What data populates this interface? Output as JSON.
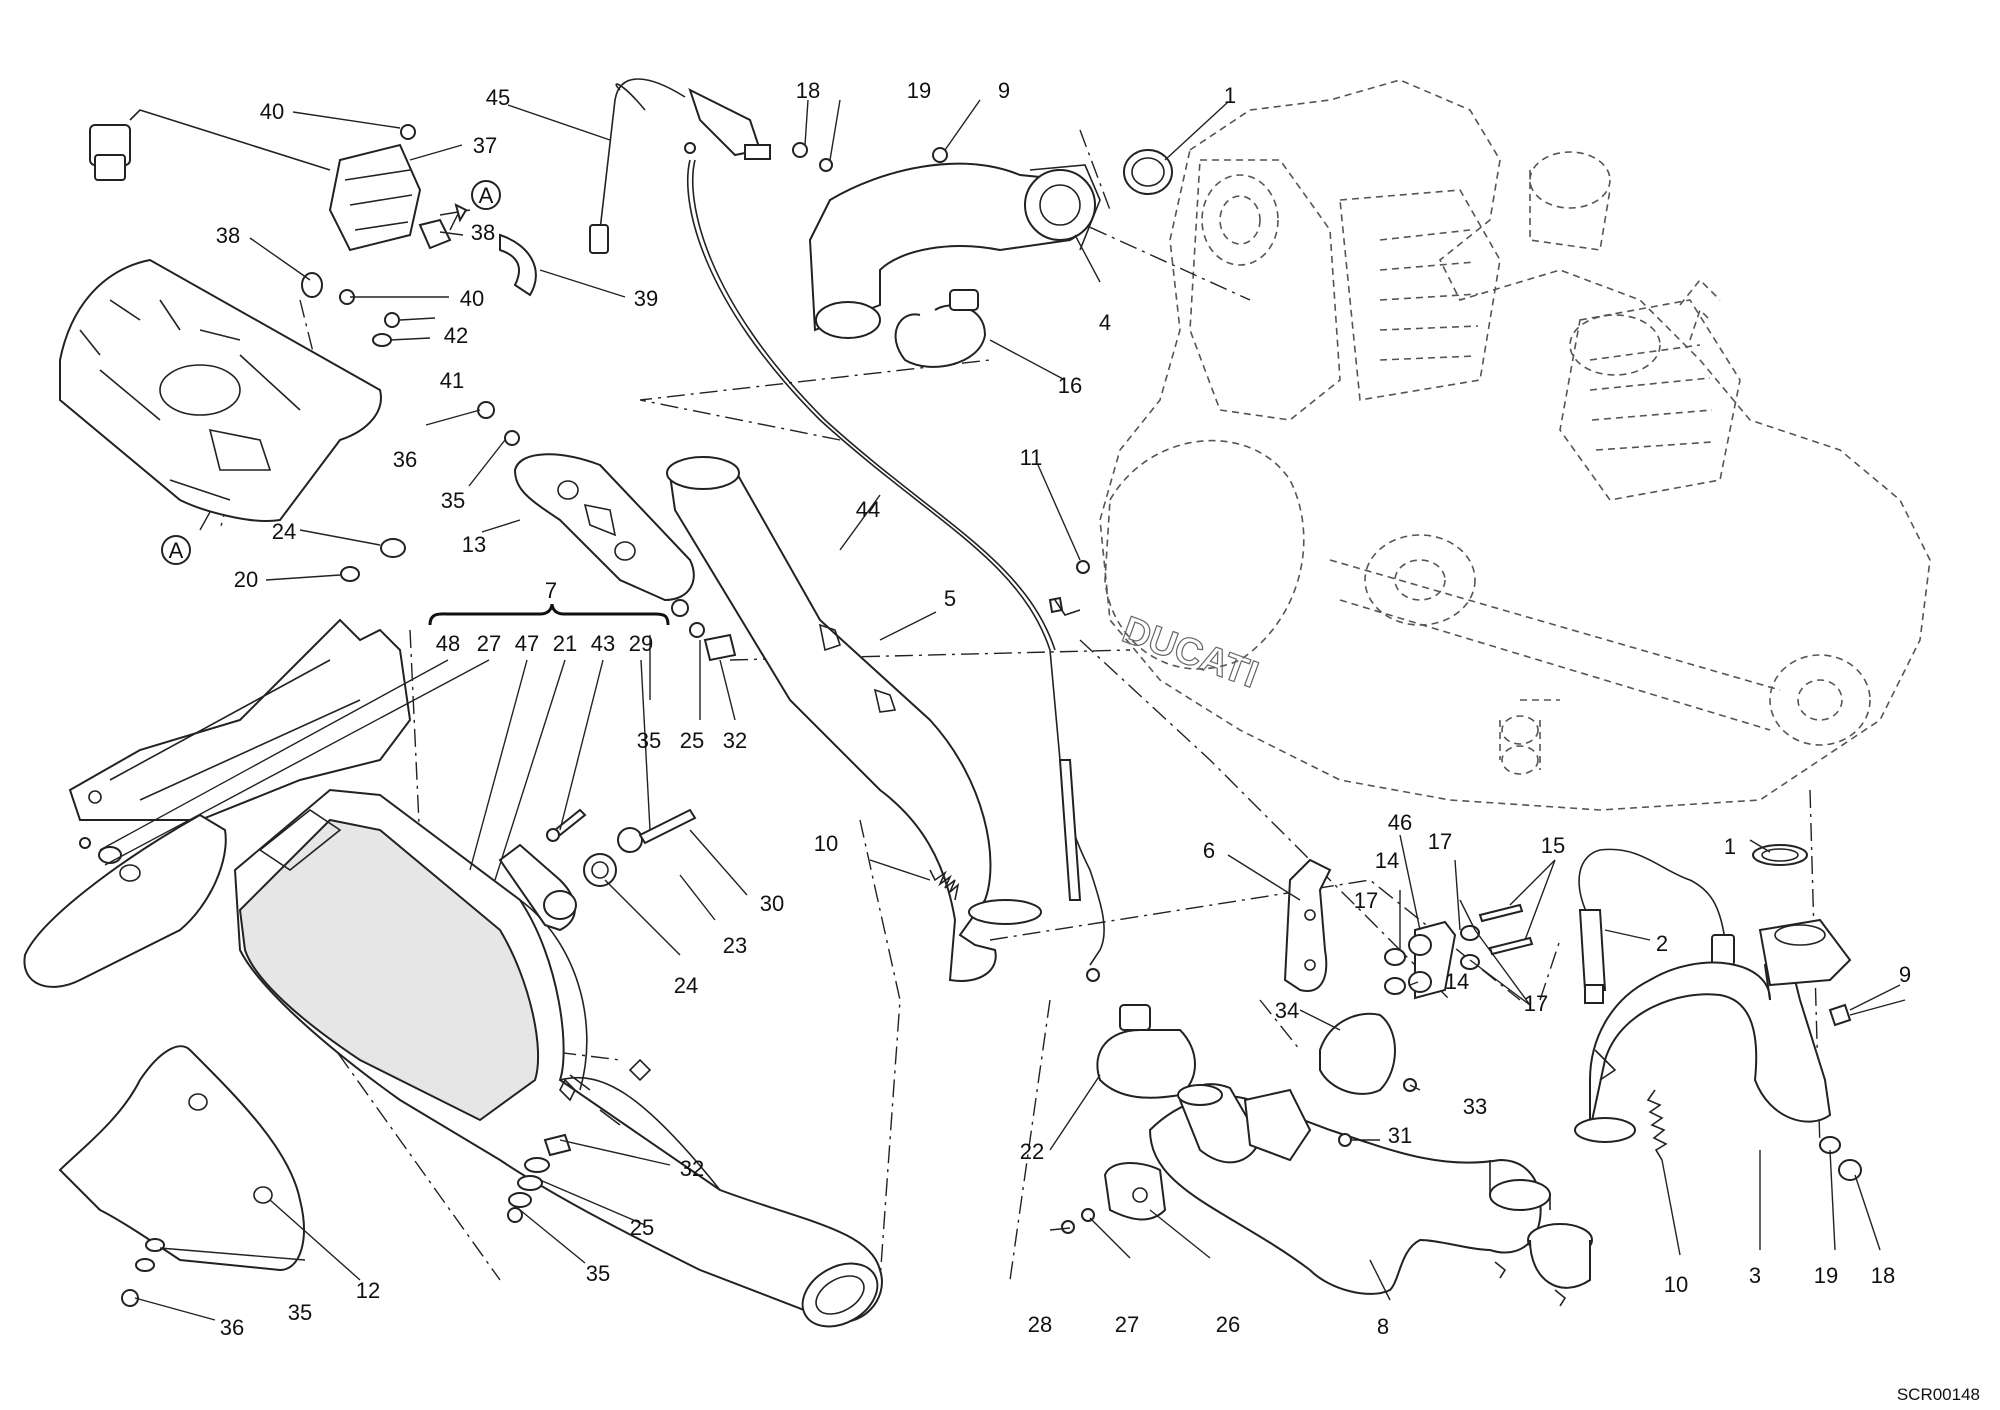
{
  "drawing_code": "SCR00148",
  "section_marker": "A",
  "engine_brand_text": "DUCATI",
  "group_label": "7",
  "group_items": [
    "48",
    "27",
    "47",
    "21",
    "43",
    "29"
  ],
  "callouts": [
    {
      "id": "c40a",
      "text": "40"
    },
    {
      "id": "c37",
      "text": "37"
    },
    {
      "id": "c38a",
      "text": "38"
    },
    {
      "id": "c38b",
      "text": "38"
    },
    {
      "id": "c40b",
      "text": "40"
    },
    {
      "id": "c42",
      "text": "42"
    },
    {
      "id": "c41",
      "text": "41"
    },
    {
      "id": "c39",
      "text": "39"
    },
    {
      "id": "c45",
      "text": "45"
    },
    {
      "id": "c18a",
      "text": "18"
    },
    {
      "id": "c19a",
      "text": "19"
    },
    {
      "id": "c9a",
      "text": "9"
    },
    {
      "id": "c1a",
      "text": "1"
    },
    {
      "id": "c4",
      "text": "4"
    },
    {
      "id": "c16",
      "text": "16"
    },
    {
      "id": "c36a",
      "text": "36"
    },
    {
      "id": "c35a",
      "text": "35"
    },
    {
      "id": "c13",
      "text": "13"
    },
    {
      "id": "c44",
      "text": "44"
    },
    {
      "id": "c11",
      "text": "11"
    },
    {
      "id": "c24a",
      "text": "24"
    },
    {
      "id": "c20",
      "text": "20"
    },
    {
      "id": "c5",
      "text": "5"
    },
    {
      "id": "c35b",
      "text": "35"
    },
    {
      "id": "c25a",
      "text": "25"
    },
    {
      "id": "c32a",
      "text": "32"
    },
    {
      "id": "c30",
      "text": "30"
    },
    {
      "id": "c23",
      "text": "23"
    },
    {
      "id": "c24b",
      "text": "24"
    },
    {
      "id": "c10a",
      "text": "10"
    },
    {
      "id": "c6",
      "text": "6"
    },
    {
      "id": "c46",
      "text": "46"
    },
    {
      "id": "c17a",
      "text": "17"
    },
    {
      "id": "c15",
      "text": "15"
    },
    {
      "id": "c14a",
      "text": "14"
    },
    {
      "id": "c17b",
      "text": "17"
    },
    {
      "id": "c14b",
      "text": "14"
    },
    {
      "id": "c17c",
      "text": "17"
    },
    {
      "id": "c1b",
      "text": "1"
    },
    {
      "id": "c2",
      "text": "2"
    },
    {
      "id": "c9b",
      "text": "9"
    },
    {
      "id": "c34",
      "text": "34"
    },
    {
      "id": "c33",
      "text": "33"
    },
    {
      "id": "c31",
      "text": "31"
    },
    {
      "id": "c22",
      "text": "22"
    },
    {
      "id": "c28",
      "text": "28"
    },
    {
      "id": "c27b",
      "text": "27"
    },
    {
      "id": "c26",
      "text": "26"
    },
    {
      "id": "c8",
      "text": "8"
    },
    {
      "id": "c10b",
      "text": "10"
    },
    {
      "id": "c3",
      "text": "3"
    },
    {
      "id": "c19b",
      "text": "19"
    },
    {
      "id": "c18b",
      "text": "18"
    },
    {
      "id": "c12",
      "text": "12"
    },
    {
      "id": "c32b",
      "text": "32"
    },
    {
      "id": "c25b",
      "text": "25"
    },
    {
      "id": "c35c",
      "text": "35"
    },
    {
      "id": "c35d",
      "text": "35"
    },
    {
      "id": "c36b",
      "text": "36"
    }
  ]
}
